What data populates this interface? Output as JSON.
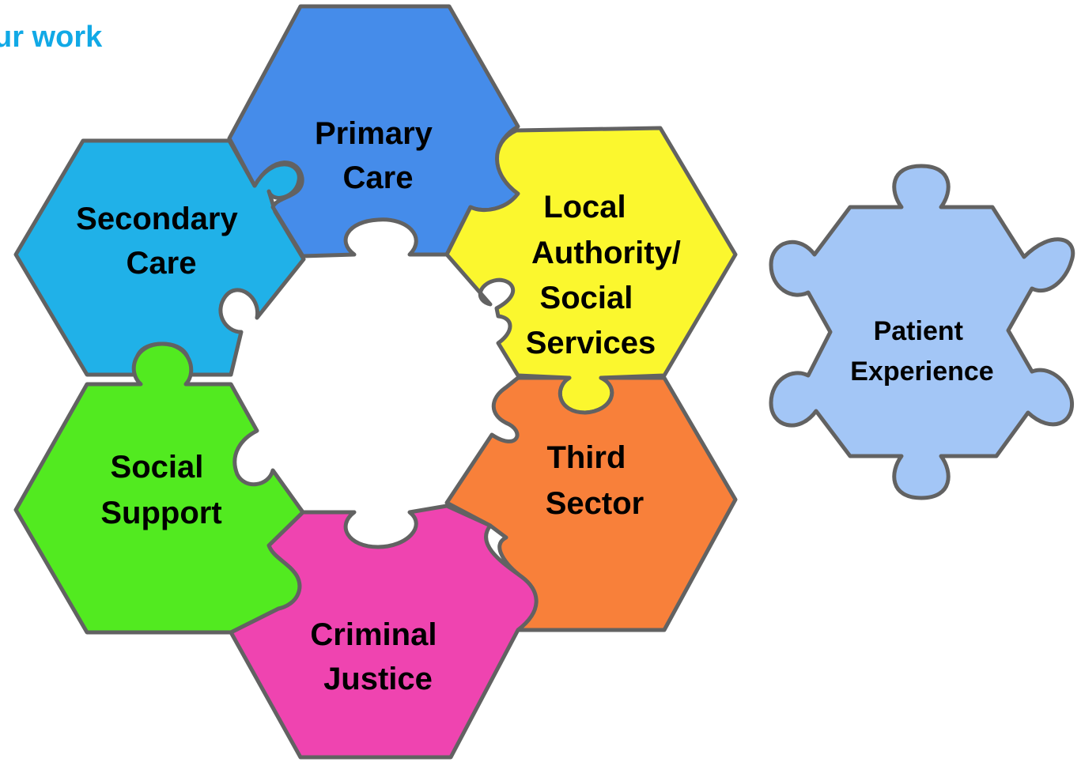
{
  "heading": {
    "line1": "",
    "line2": "ur work"
  },
  "pieces": [
    {
      "id": "primary-care",
      "lines": [
        "Primary",
        "Care"
      ],
      "color": "#458cea"
    },
    {
      "id": "secondary-care",
      "lines": [
        "Secondary",
        "Care"
      ],
      "color": "#20b1e8"
    },
    {
      "id": "local-authority",
      "lines": [
        "Local",
        "Authority/",
        "Social",
        "Services"
      ],
      "color": "#fbf72e"
    },
    {
      "id": "third-sector",
      "lines": [
        "Third",
        "Sector"
      ],
      "color": "#f8803a"
    },
    {
      "id": "criminal-justice",
      "lines": [
        "Criminal",
        "Justice"
      ],
      "color": "#ef44b0"
    },
    {
      "id": "social-support",
      "lines": [
        "Social",
        "Support"
      ],
      "color": "#52ea20"
    },
    {
      "id": "patient-experience",
      "lines": [
        "Patient",
        "Experience"
      ],
      "color": "#a3c6f6"
    }
  ]
}
